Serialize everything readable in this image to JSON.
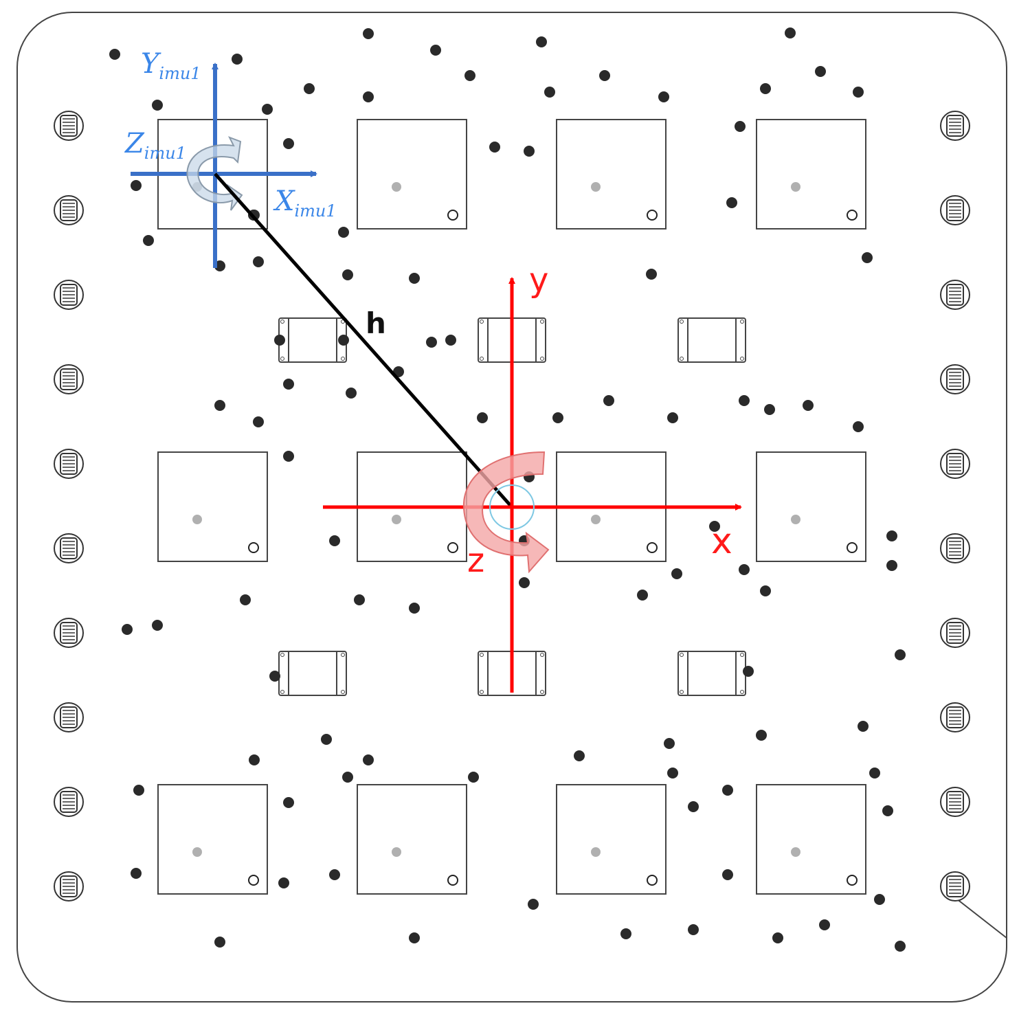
{
  "colors": {
    "body_frame_axis": "#ff0000",
    "imu_frame_axis": "#3a70c8",
    "imu_label": "#3a86e8",
    "lever_arm": "#000000",
    "marker": "#2a2a2a",
    "outline": "#444444",
    "rotation_arrow_body": "#f4a6a6",
    "rotation_arrow_imu": "#c8d8e8",
    "center_circle": "#7ec8e3"
  },
  "labels": {
    "imu_y_main": "Y",
    "imu_y_sub": "imu1",
    "imu_z_main": "Z",
    "imu_z_sub": "imu1",
    "imu_x_main": "X",
    "imu_x_sub": "imu1",
    "body_y": "y",
    "body_x": "x",
    "body_z": "z",
    "lever_arm": "h"
  },
  "icons": {
    "mount_hole": "slotted-screw-icon",
    "rotation": "curved-arrow-icon"
  }
}
